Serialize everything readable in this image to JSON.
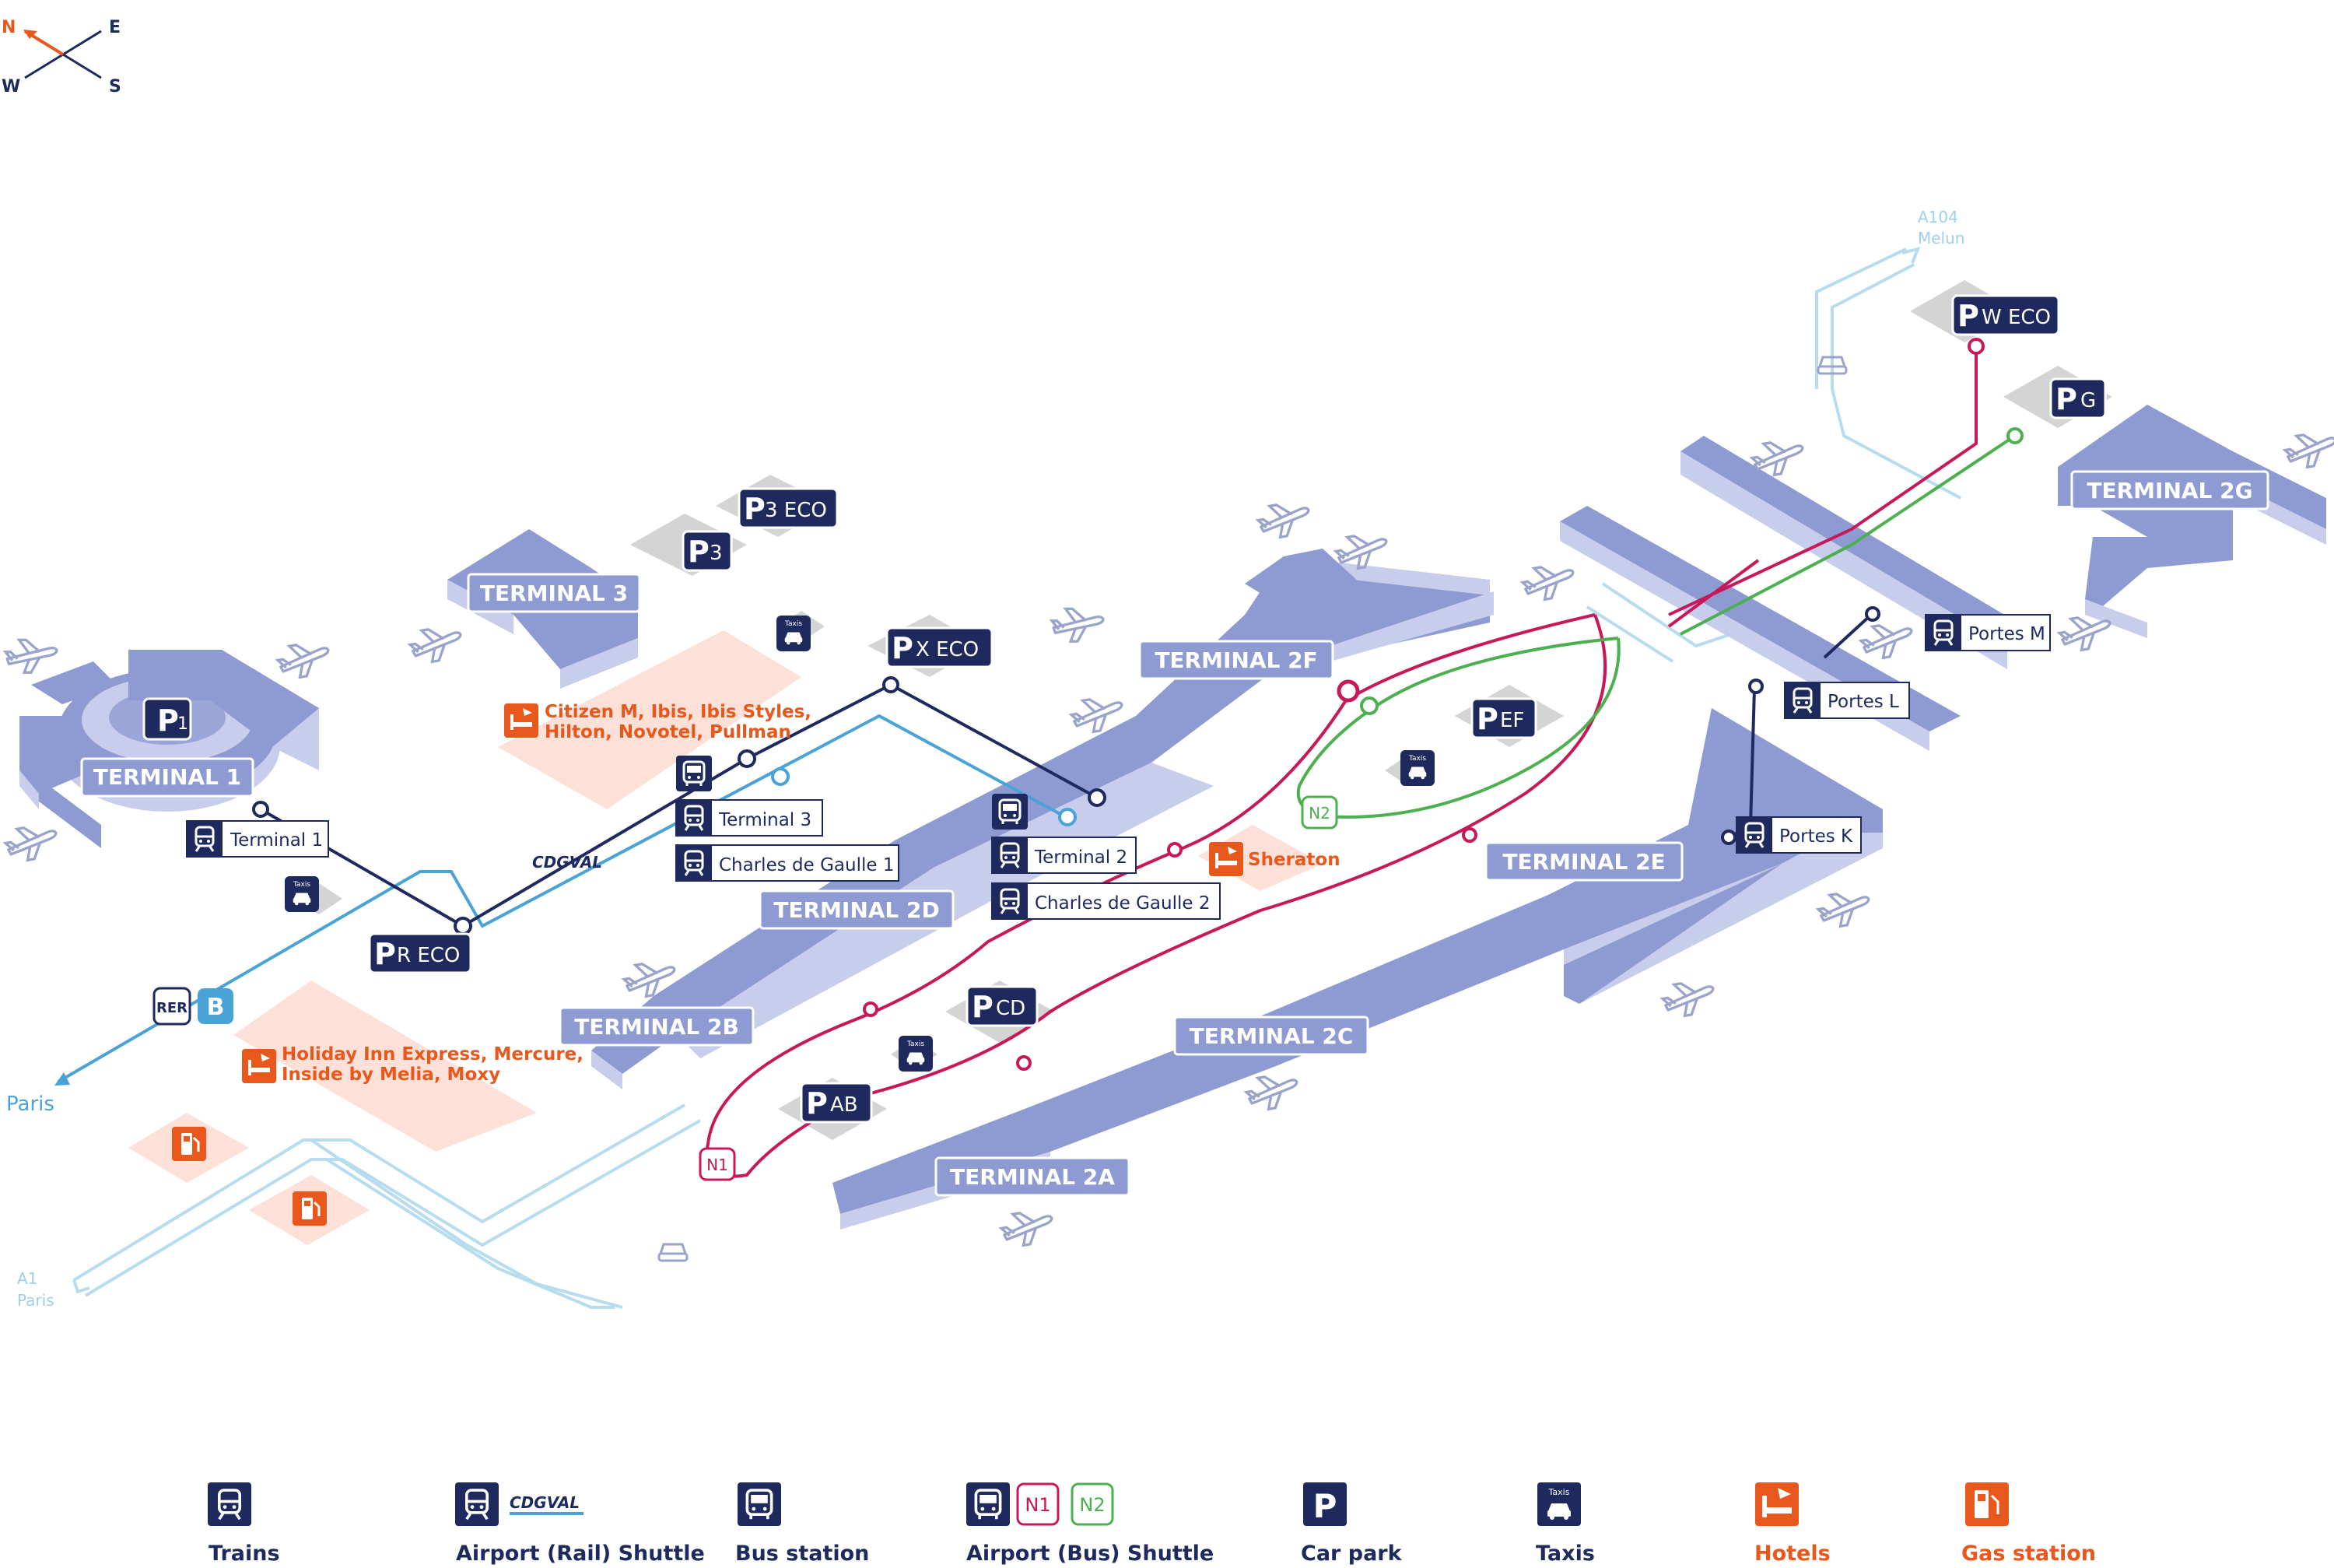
{
  "compass": {
    "n": "N",
    "e": "E",
    "w": "W",
    "s": "S"
  },
  "colors": {
    "terminal": "#8e9bd3",
    "terminal_side": "#c7cdeb",
    "navy": "#1e2a5e",
    "rail_shuttle": "#4aa3d6",
    "n1": "#c8185a",
    "n2": "#4caf50",
    "hotel_orange": "#e8581c",
    "hotel_zone": "#fde1d8",
    "parking_gray": "#d4d4d4",
    "road": "#b7dcef",
    "road_label": "#9fd0ea"
  },
  "terminals": {
    "t1": "TERMINAL 1",
    "t3": "TERMINAL 3",
    "t2f": "TERMINAL 2F",
    "t2d": "TERMINAL 2D",
    "t2b": "TERMINAL 2B",
    "t2e": "TERMINAL 2E",
    "t2c": "TERMINAL 2C",
    "t2a": "TERMINAL 2A",
    "t2g": "TERMINAL 2G"
  },
  "parking": {
    "p1": "1",
    "p3": "3",
    "p3eco": "3 ECO",
    "pxeco": "X ECO",
    "preco": "R ECO",
    "pef": "EF",
    "pcd": "CD",
    "pab": "AB",
    "pweco": "W ECO",
    "pg": "G",
    "letter": "P"
  },
  "stations": {
    "terminal1": "Terminal 1",
    "terminal3": "Terminal 3",
    "cdg1": "Charles de Gaulle 1",
    "terminal2": "Terminal 2",
    "cdg2": "Charles de Gaulle 2",
    "portes_m": "Portes M",
    "portes_l": "Portes L",
    "portes_k": "Portes K"
  },
  "hotels": {
    "h1_line1": "Citizen M,  Ibis, Ibis Styles,",
    "h1_line2": "Hilton, Novotel, Pullman",
    "h2_line1": "Holiday Inn Express, Mercure,",
    "h2_line2": "Inside by Melia, Moxy",
    "sheraton": "Sheraton"
  },
  "roads": {
    "a104_line1": "A104",
    "a104_line2": "Melun",
    "a1_line1": "A1",
    "a1_line2": "Paris",
    "paris": "Paris"
  },
  "map_labels": {
    "cdgval": "CDGVAL",
    "rer": "RER",
    "rer_b": "B",
    "n1": "N1",
    "n2": "N2",
    "taxis": "Taxis"
  },
  "legend": {
    "trains": "Trains",
    "rail_shuttle": "Airport (Rail) Shuttle",
    "bus_station": "Bus station",
    "bus_shuttle": "Airport (Bus) Shuttle",
    "car_park": "Car park",
    "taxis": "Taxis",
    "hotels": "Hotels",
    "gas_station": "Gas station",
    "cdgval": "CDGVAL",
    "n1": "N1",
    "n2": "N2",
    "p": "P",
    "taxis_icon": "Taxis"
  }
}
